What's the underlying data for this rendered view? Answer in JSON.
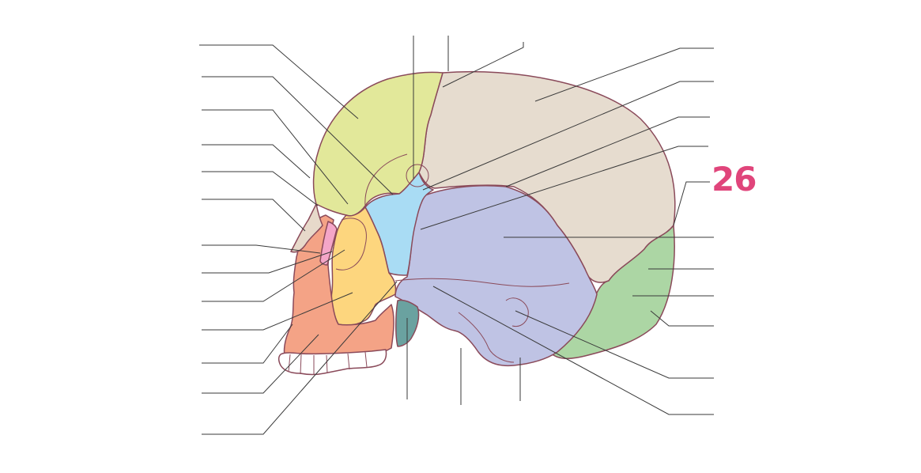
{
  "figure": {
    "number_label": "26"
  },
  "colors": {
    "badge": "#e0457b",
    "outline": "#8a4a5a",
    "leader": "#3a3a3a",
    "frontal": "#e2e89a",
    "parietal": "#e6dccf",
    "temporal": "#bfc3e4",
    "sphenoid": "#a9dcf4",
    "zygomatic": "#fdd67e",
    "maxilla": "#f4a386",
    "occipital": "#acd6a4",
    "nasal": "#e7d9ca",
    "lacrimal": "#f4a6c8",
    "styloid": "#6aa2a0",
    "teeth": "#ffffff"
  },
  "regions": [
    "frontal-bone",
    "parietal-bone",
    "temporal-bone",
    "sphenoid-bone",
    "zygomatic-bone",
    "maxilla",
    "occipital-bone",
    "nasal-bone",
    "lacrimal-bone",
    "styloid-process",
    "teeth"
  ]
}
